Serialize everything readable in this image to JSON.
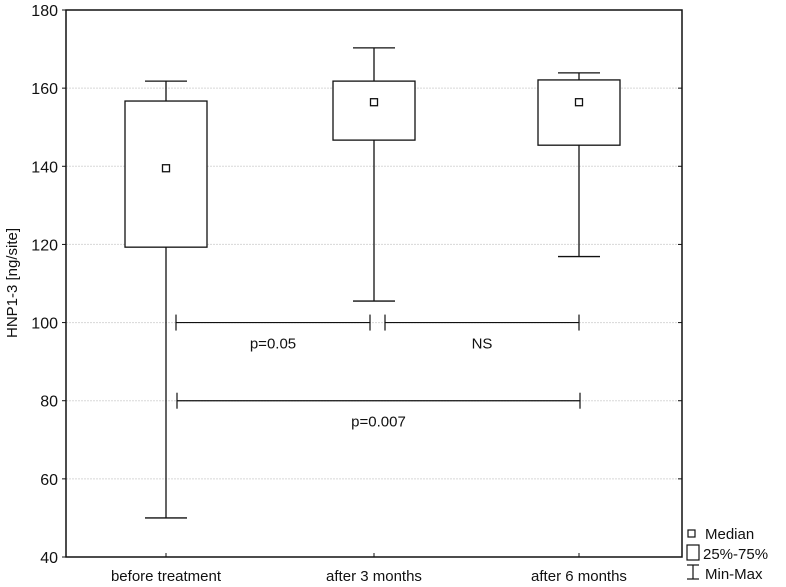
{
  "chart_data": {
    "type": "box",
    "title": "",
    "xlabel": "",
    "ylabel": "HNP1-3 [ng/site]",
    "ylim": [
      40,
      180
    ],
    "yticks": [
      40,
      60,
      80,
      100,
      120,
      140,
      160,
      180
    ],
    "grid": true,
    "categories": [
      "before treatment",
      "after 3 months",
      "after 6 months"
    ],
    "series": [
      {
        "name": "before treatment",
        "min": 50.0,
        "q1": 119.3,
        "median": 139.5,
        "q3": 156.7,
        "max": 161.8
      },
      {
        "name": "after 3 months",
        "min": 105.5,
        "q1": 146.7,
        "median": 156.4,
        "q3": 161.8,
        "max": 170.3
      },
      {
        "name": "after 6 months",
        "min": 116.9,
        "q1": 145.4,
        "median": 156.4,
        "q3": 162.1,
        "max": 163.9
      }
    ],
    "annotations": [
      {
        "from": "before treatment",
        "to": "after 3 months",
        "y": 100,
        "label": "p=0.05"
      },
      {
        "from": "after 3 months",
        "to": "after 6 months",
        "y": 100,
        "label": "NS"
      },
      {
        "from": "before treatment",
        "to": "after 6 months",
        "y": 80,
        "label": "p=0.007"
      }
    ],
    "legend": {
      "position": "bottom-right",
      "entries": [
        "Median",
        "25%-75%",
        "Min-Max"
      ]
    }
  }
}
